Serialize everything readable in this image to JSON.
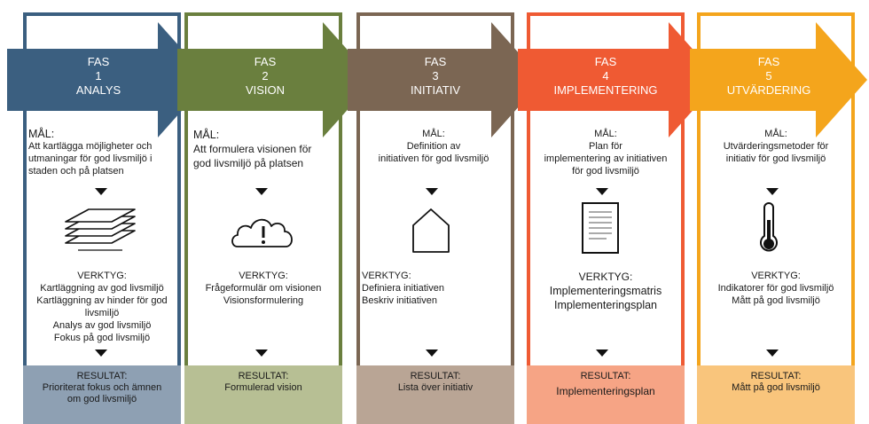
{
  "colors": {
    "phase1": "#3b5f80",
    "phase2": "#6a7f3e",
    "phase3": "#7b6653",
    "phase4": "#ef5a33",
    "phase5": "#f4a51c",
    "result1": "#8ea0b3",
    "result2": "#b7bf94",
    "result3": "#b9a595",
    "result4": "#f6a485",
    "result5": "#f9c57c"
  },
  "phases": [
    {
      "fas": "FAS",
      "number": "1",
      "name": "ANALYS",
      "goal_head": "MÅL:",
      "goal": [
        "Att kartlägga möjligheter och",
        "utmaningar för god livsmiljö i",
        "staden och på platsen"
      ],
      "icon": "layers-icon",
      "tools_head": "VERKTYG:",
      "tools": [
        "Kartläggning av god livsmiljö",
        "Kartläggning av hinder för god",
        "livsmiljö",
        "Analys av god livsmiljö",
        "Fokus på god livsmiljö"
      ],
      "result_head": "RESULTAT:",
      "result": [
        "Prioriterat fokus och ämnen",
        "om god livsmiljö"
      ]
    },
    {
      "fas": "FAS",
      "number": "2",
      "name": "VISION",
      "goal_head": "MÅL:",
      "goal": [
        "Att formulera visionen för",
        "god livsmiljö på platsen"
      ],
      "icon": "cloud-alert-icon",
      "tools_head": "VERKTYG:",
      "tools": [
        "Frågeformulär om visionen",
        "Visionsformulering"
      ],
      "result_head": "RESULTAT:",
      "result": [
        "Formulerad vision"
      ]
    },
    {
      "fas": "FAS",
      "number": "3",
      "name": "INITIATIV",
      "goal_head": "MÅL:",
      "goal": [
        "Definition av",
        "initiativen för god livsmiljö"
      ],
      "icon": "house-icon",
      "tools_head": "VERKTYG:",
      "tools": [
        "Definiera initiativen",
        "Beskriv initiativen"
      ],
      "result_head": "RESULTAT:",
      "result": [
        "Lista över initiativ"
      ]
    },
    {
      "fas": "FAS",
      "number": "4",
      "name": "IMPLEMENTERING",
      "goal_head": "MÅL:",
      "goal": [
        "Plan för",
        "implementering av initiativen",
        "för god livsmiljö"
      ],
      "icon": "document-list-icon",
      "tools_head": "VERKTYG:",
      "tools": [
        "Implementeringsmatris",
        "Implementeringsplan"
      ],
      "result_head": "RESULTAT:",
      "result": [
        "Implementeringsplan"
      ]
    },
    {
      "fas": "FAS",
      "number": "5",
      "name": "UTVÄRDERING",
      "goal_head": "MÅL:",
      "goal": [
        "Utvärderingsmetoder för",
        "initiativ för god livsmiljö"
      ],
      "icon": "thermometer-icon",
      "tools_head": "VERKTYG:",
      "tools": [
        "Indikatorer för god livsmiljö",
        "Mått på god livsmiljö"
      ],
      "result_head": "RESULTAT:",
      "result": [
        "Mått på god livsmiljö"
      ]
    }
  ]
}
